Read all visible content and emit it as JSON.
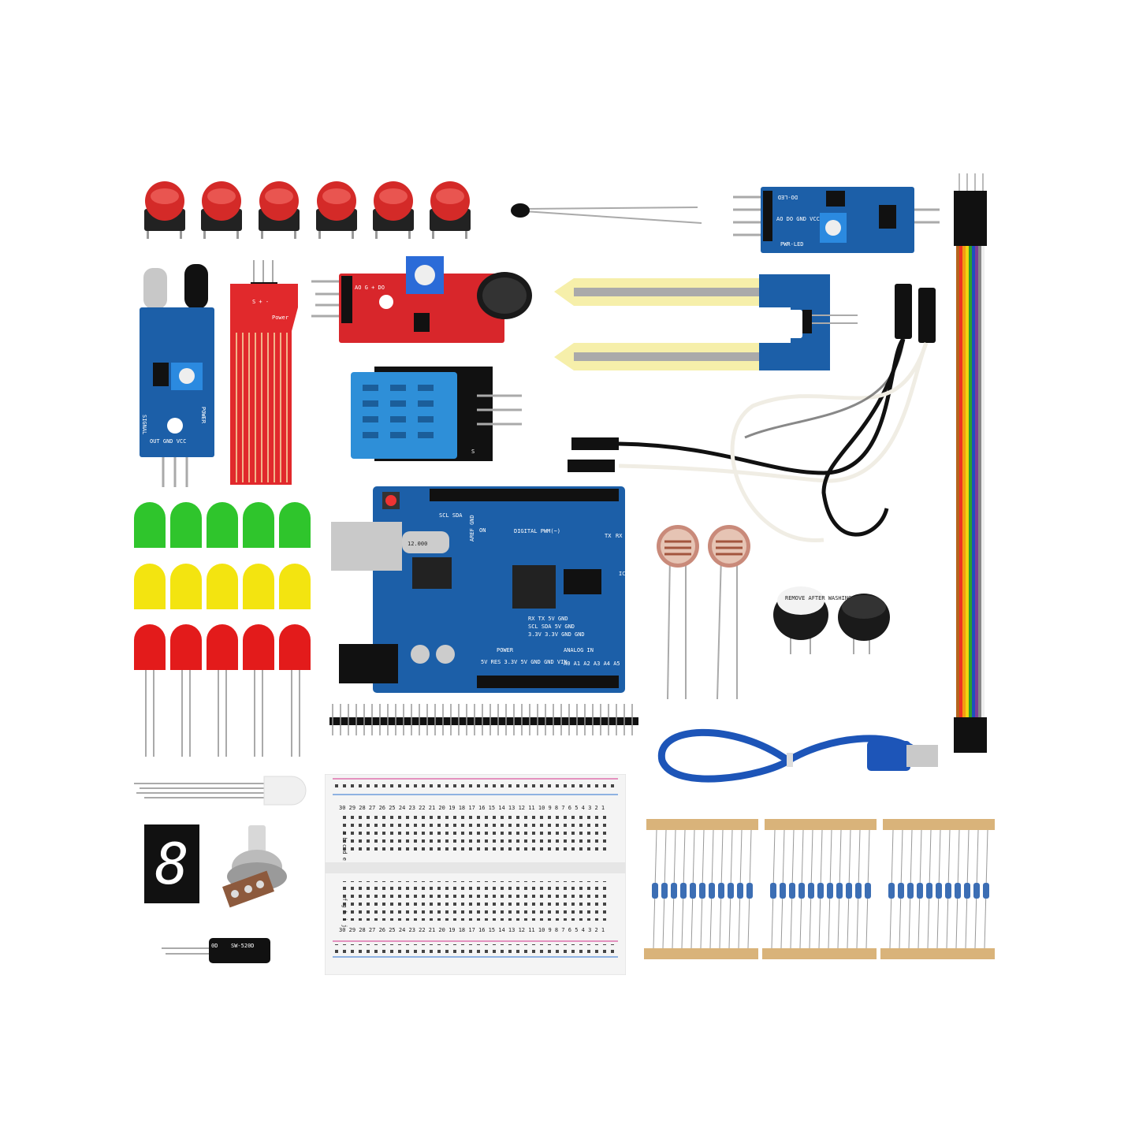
{
  "colors": {
    "pcb_blue": "#1c5fa8",
    "pcb_red": "#d8262b",
    "button_red": "#d42a28",
    "led_green": "#2fc52c",
    "led_yellow": "#f3e410",
    "led_red": "#e31b1b",
    "dht_blue": "#2e8fd8",
    "usb_blue": "#1d55b8",
    "resistor_tape": "#d9b37a",
    "breadboard": "#f4f4f4"
  },
  "labels": {
    "ir_signal": "SIGNAL",
    "ir_power": "POWER",
    "ir_pins": "OUT GND VCC",
    "water_power": "Power",
    "water_pins": "S + -",
    "mic_pins": "AO G + DO",
    "dht_pin_s": "S",
    "relay_top": "DO-LED",
    "relay_pins": "AO DO GND VCC",
    "relay_bottom": "PWR-LED",
    "uno_digital": "DIGITAL PWM(~)",
    "uno_scl_sda": "SCL SDA",
    "uno_aref": "AREF GND",
    "uno_crystal": "12.000",
    "uno_power": "POWER",
    "uno_analog": "ANALOG IN",
    "uno_power_pins": "5V RES 3.3V 5V GND GND VIN",
    "uno_analog_pins": "A0 A1 A2 A3 A4 A5",
    "uno_tx": "TX",
    "uno_rx": "RX",
    "uno_icsp": "ICSP",
    "uno_on": "ON",
    "uno_rx_tx_block": "RX TX 5V GND",
    "uno_scl_block": "SCL SDA 5V GND",
    "uno_33v_block": "3.3V 3.3V GND GND",
    "buzzer_sticker": "REMOVE AFTER WASHING",
    "tilt_switch": "SW-520D",
    "tilt_prefix": "0D",
    "seven_segment": "8",
    "breadboard_rows_top": "a b c d e",
    "breadboard_rows_bottom": "f g h i j",
    "breadboard_numbers": "30 29 28 27 26 25 24 23 22 21 20 19 18 17 16 15 14 13 12 11 10 9 8 7 6 5 4 3 2 1"
  }
}
